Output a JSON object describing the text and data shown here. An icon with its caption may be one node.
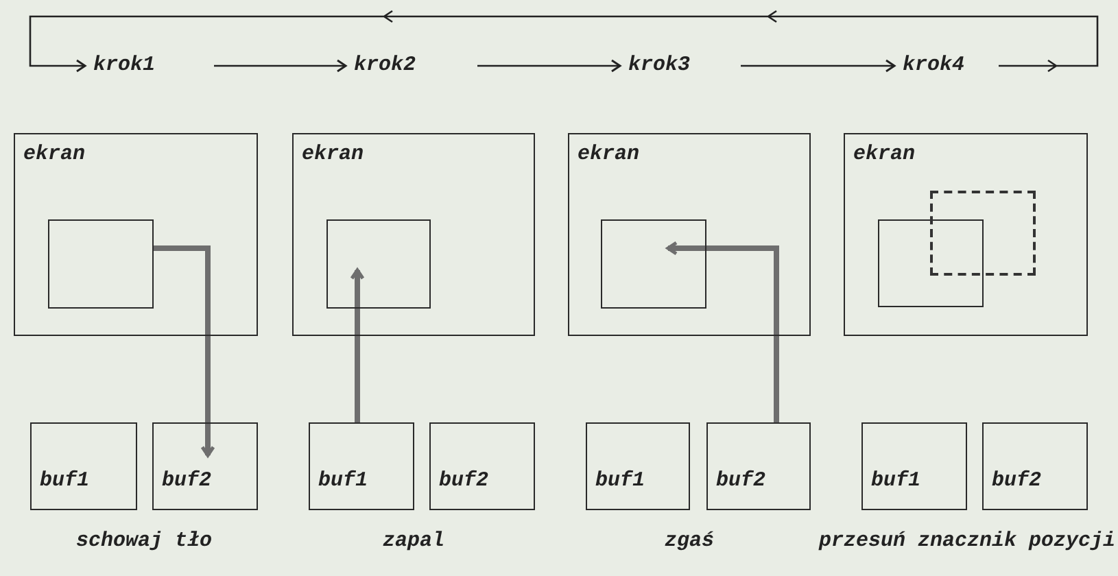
{
  "diagram": {
    "nodes": [
      {
        "text": [
          "krok1"
        ]
      },
      {
        "text": [
          "krok2"
        ]
      },
      {
        "text": [
          "krok3"
        ]
      },
      {
        "text": [
          "krok4"
        ]
      },
      {
        "text": [
          "ekran"
        ]
      },
      {
        "text": [],
        "shape": "box",
        "in": 4
      },
      {
        "text": [
          "buf1"
        ]
      },
      {
        "text": [
          "buf2"
        ]
      },
      {
        "text": [
          "ekran"
        ]
      },
      {
        "text": [],
        "shape": "box",
        "in": 8
      },
      {
        "text": [
          "buf1"
        ]
      },
      {
        "text": [
          "buf2"
        ]
      },
      {
        "text": [
          "ekran"
        ]
      },
      {
        "text": [],
        "shape": "box",
        "in": 12
      },
      {
        "text": [
          "buf1"
        ]
      },
      {
        "text": [
          "buf2"
        ]
      },
      {
        "text": [
          "ekran"
        ]
      },
      {
        "text": [],
        "shape": "box",
        "in": 16
      },
      {
        "text": [],
        "shape": "box",
        "in": 16
      },
      {
        "text": [
          "buf1"
        ]
      },
      {
        "text": [
          "buf2"
        ]
      }
    ],
    "edges": [
      {
        "from": 0,
        "to": 1,
        "arrow": "to"
      },
      {
        "from": 1,
        "to": 2,
        "arrow": "to"
      },
      {
        "from": 2,
        "to": 3,
        "arrow": "to"
      },
      {
        "from": 3,
        "to": 0,
        "arrow": "to"
      },
      {
        "from": 5,
        "to": 7,
        "arrow": "to",
        "style": "thick",
        "color": "#6e6e6e"
      },
      {
        "from": 10,
        "to": 9,
        "arrow": "to",
        "style": "thick",
        "color": "#6e6e6e"
      },
      {
        "from": 15,
        "to": 13,
        "arrow": "to",
        "style": "thick",
        "color": "#6e6e6e"
      }
    ],
    "labels": [
      "schowaj tło",
      "zapal",
      "zgaś",
      "przesuń znacznik pozycji"
    ]
  }
}
